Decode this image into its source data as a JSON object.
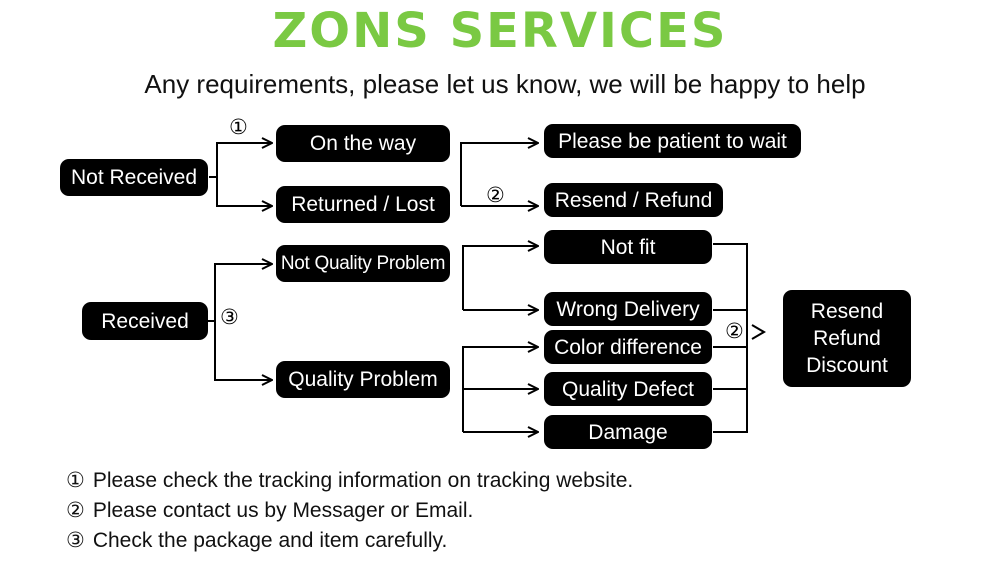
{
  "header": {
    "title": "ZONS SERVICES",
    "subtitle": "Any requirements, please let us know, we will be happy to help"
  },
  "colors": {
    "title": "#7ac943",
    "node_bg": "#000000",
    "node_text": "#ffffff"
  },
  "nodes": {
    "not_received": "Not Received",
    "on_the_way": "On the way",
    "returned_lost": "Returned / Lost",
    "please_wait": "Please be patient to wait",
    "resend_refund": "Resend / Refund",
    "received": "Received",
    "not_quality_problem": "Not Quality Problem",
    "quality_problem": "Quality Problem",
    "not_fit": "Not fit",
    "wrong_delivery": "Wrong Delivery",
    "color_difference": "Color difference",
    "quality_defect": "Quality Defect",
    "damage": "Damage",
    "outcome": [
      "Resend",
      "Refund",
      "Discount"
    ]
  },
  "markers": {
    "one": "①",
    "two": "②",
    "three": "③"
  },
  "notes": [
    {
      "num": "①",
      "text": "Please check the tracking information on tracking website."
    },
    {
      "num": "②",
      "text": "Please contact us by Messager or Email."
    },
    {
      "num": "③",
      "text": "Check the package and item carefully."
    }
  ]
}
